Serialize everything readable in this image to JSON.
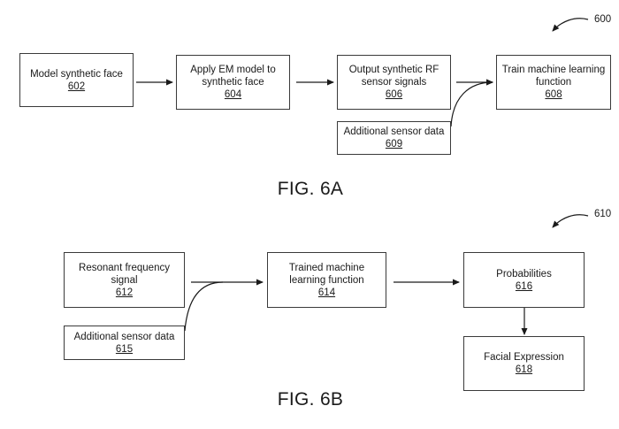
{
  "figures": [
    {
      "id": "fig-6a",
      "caption": "FIG. 6A",
      "reference": "600",
      "boxes": [
        {
          "key": "602",
          "label": "Model synthetic face",
          "ref": "602"
        },
        {
          "key": "604",
          "label": "Apply EM model to synthetic face",
          "ref": "604"
        },
        {
          "key": "606",
          "label": "Output synthetic RF sensor signals",
          "ref": "606"
        },
        {
          "key": "608",
          "label": "Train machine learning function",
          "ref": "608"
        },
        {
          "key": "609",
          "label": "Additional sensor data",
          "ref": "609"
        }
      ],
      "edges": [
        {
          "from": "602",
          "to": "604"
        },
        {
          "from": "604",
          "to": "606"
        },
        {
          "from": "606",
          "to": "608"
        },
        {
          "from": "609",
          "to": "608",
          "style": "curved"
        }
      ]
    },
    {
      "id": "fig-6b",
      "caption": "FIG. 6B",
      "reference": "610",
      "boxes": [
        {
          "key": "612",
          "label": "Resonant frequency signal",
          "ref": "612"
        },
        {
          "key": "615",
          "label": "Additional sensor data",
          "ref": "615"
        },
        {
          "key": "614",
          "label": "Trained machine learning function",
          "ref": "614"
        },
        {
          "key": "616",
          "label": "Probabilities",
          "ref": "616"
        },
        {
          "key": "618",
          "label": "Facial Expression",
          "ref": "618"
        }
      ],
      "edges": [
        {
          "from": "612",
          "to": "614"
        },
        {
          "from": "615",
          "to": "614",
          "style": "curved"
        },
        {
          "from": "614",
          "to": "616"
        },
        {
          "from": "616",
          "to": "618"
        }
      ]
    }
  ]
}
